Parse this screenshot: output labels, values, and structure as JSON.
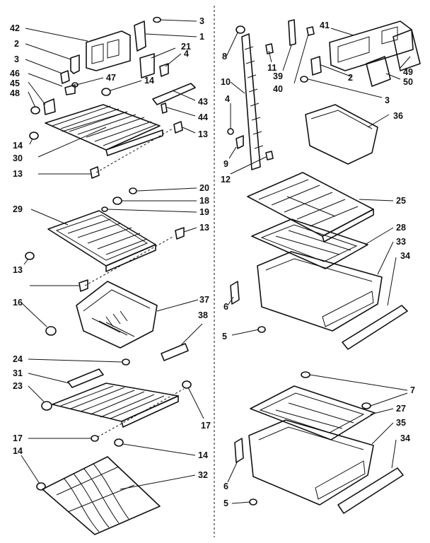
{
  "left_labels": {
    "l42": "42",
    "l2": "2",
    "l3": "3",
    "l46": "46",
    "l45": "45",
    "l48": "48",
    "l3b": "3",
    "l1": "1",
    "l21": "21",
    "l4": "4",
    "l47": "47",
    "l14a": "14",
    "l43": "43",
    "l44": "44",
    "l13a": "13",
    "l14b": "14",
    "l30": "30",
    "l13b": "13",
    "l20": "20",
    "l18": "18",
    "l19": "19",
    "l29": "29",
    "l13c": "13",
    "l13d": "13",
    "l37": "37",
    "l16": "16",
    "l38": "38",
    "l24": "24",
    "l31": "31",
    "l23": "23",
    "l17a": "17",
    "l17b": "17",
    "l14c": "14",
    "l14d": "14",
    "l32": "32"
  },
  "right_labels": {
    "r8": "8",
    "r10": "10",
    "r4": "4",
    "r9": "9",
    "r12": "12",
    "r11": "11",
    "r39": "39",
    "r40": "40",
    "r41": "41",
    "r49": "49",
    "r50": "50",
    "r2": "2",
    "r3": "3",
    "r36": "36",
    "r25": "25",
    "r28": "28",
    "r33": "33",
    "r34a": "34",
    "r6a": "6",
    "r5a": "5",
    "r7": "7",
    "r27": "27",
    "r35": "35",
    "r34b": "34",
    "r6b": "6",
    "r5b": "5"
  }
}
